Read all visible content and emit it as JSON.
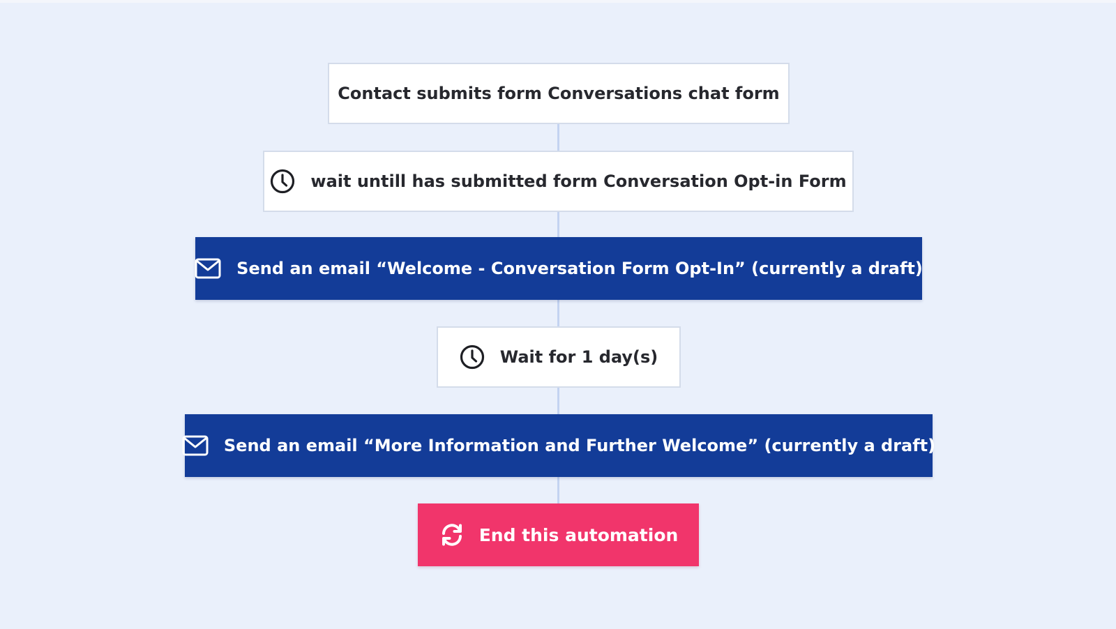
{
  "flow": {
    "trigger": {
      "label": "Contact submits form Conversations chat form"
    },
    "wait_until": {
      "label": "wait untill has submitted form Conversation Opt-in Form",
      "icon": "clock-icon"
    },
    "email_1": {
      "label": "Send an email “Welcome - Conversation Form Opt-In” (currently a draft)",
      "icon": "envelope-icon"
    },
    "wait_delay": {
      "label": "Wait for 1 day(s)",
      "icon": "clock-icon"
    },
    "email_2": {
      "label": "Send an email “More Information and Further Welcome” (currently a draft)",
      "icon": "envelope-icon"
    },
    "end": {
      "label": "End this automation",
      "icon": "refresh-icon"
    }
  },
  "colors": {
    "background": "#eaf0fb",
    "connector": "#c3d3f1",
    "action_blue": "#133c98",
    "end_pink": "#f1356b",
    "card_white": "#ffffff"
  }
}
